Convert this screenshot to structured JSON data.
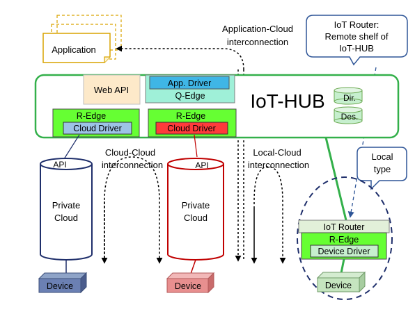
{
  "application": {
    "label": "Application"
  },
  "labels": {
    "app_cloud_line1": "Application-Cloud",
    "app_cloud_line2": "interconnection",
    "cloud_cloud_line1": "Cloud-Cloud",
    "cloud_cloud_line2": "interconnection",
    "local_cloud_line1": "Local-Cloud",
    "local_cloud_line2": "interconnection"
  },
  "router_callout": {
    "line1": "IoT Router:",
    "line2": "Remote shelf of",
    "line3": "IoT-HUB"
  },
  "local_type_callout": {
    "line1": "Local",
    "line2": "type"
  },
  "hub": {
    "title": "IoT-HUB",
    "web_api": "Web API",
    "app_driver": "App. Driver",
    "q_edge": "Q-Edge",
    "r_edge_left": "R-Edge",
    "cloud_driver_left": "Cloud Driver",
    "r_edge_right": "R-Edge",
    "cloud_driver_right": "Cloud Driver",
    "dir": "Dir.",
    "des": "Des."
  },
  "private_cloud_left": {
    "api": "API",
    "line1": "Private",
    "line2": "Cloud"
  },
  "private_cloud_right": {
    "api": "API",
    "line1": "Private",
    "line2": "Cloud"
  },
  "iot_router": {
    "title": "IoT Router",
    "r_edge": "R-Edge",
    "device_driver": "Device Driver"
  },
  "devices": {
    "left": "Device",
    "middle": "Device",
    "right": "Device"
  },
  "colors": {
    "hub_border": "#33b04a",
    "green_fill": "#66ff33",
    "blue_fill": "#9dc3e6",
    "red_fill": "#ff3b3b",
    "navy": "#1f2f6b",
    "dark_red": "#c00000"
  }
}
